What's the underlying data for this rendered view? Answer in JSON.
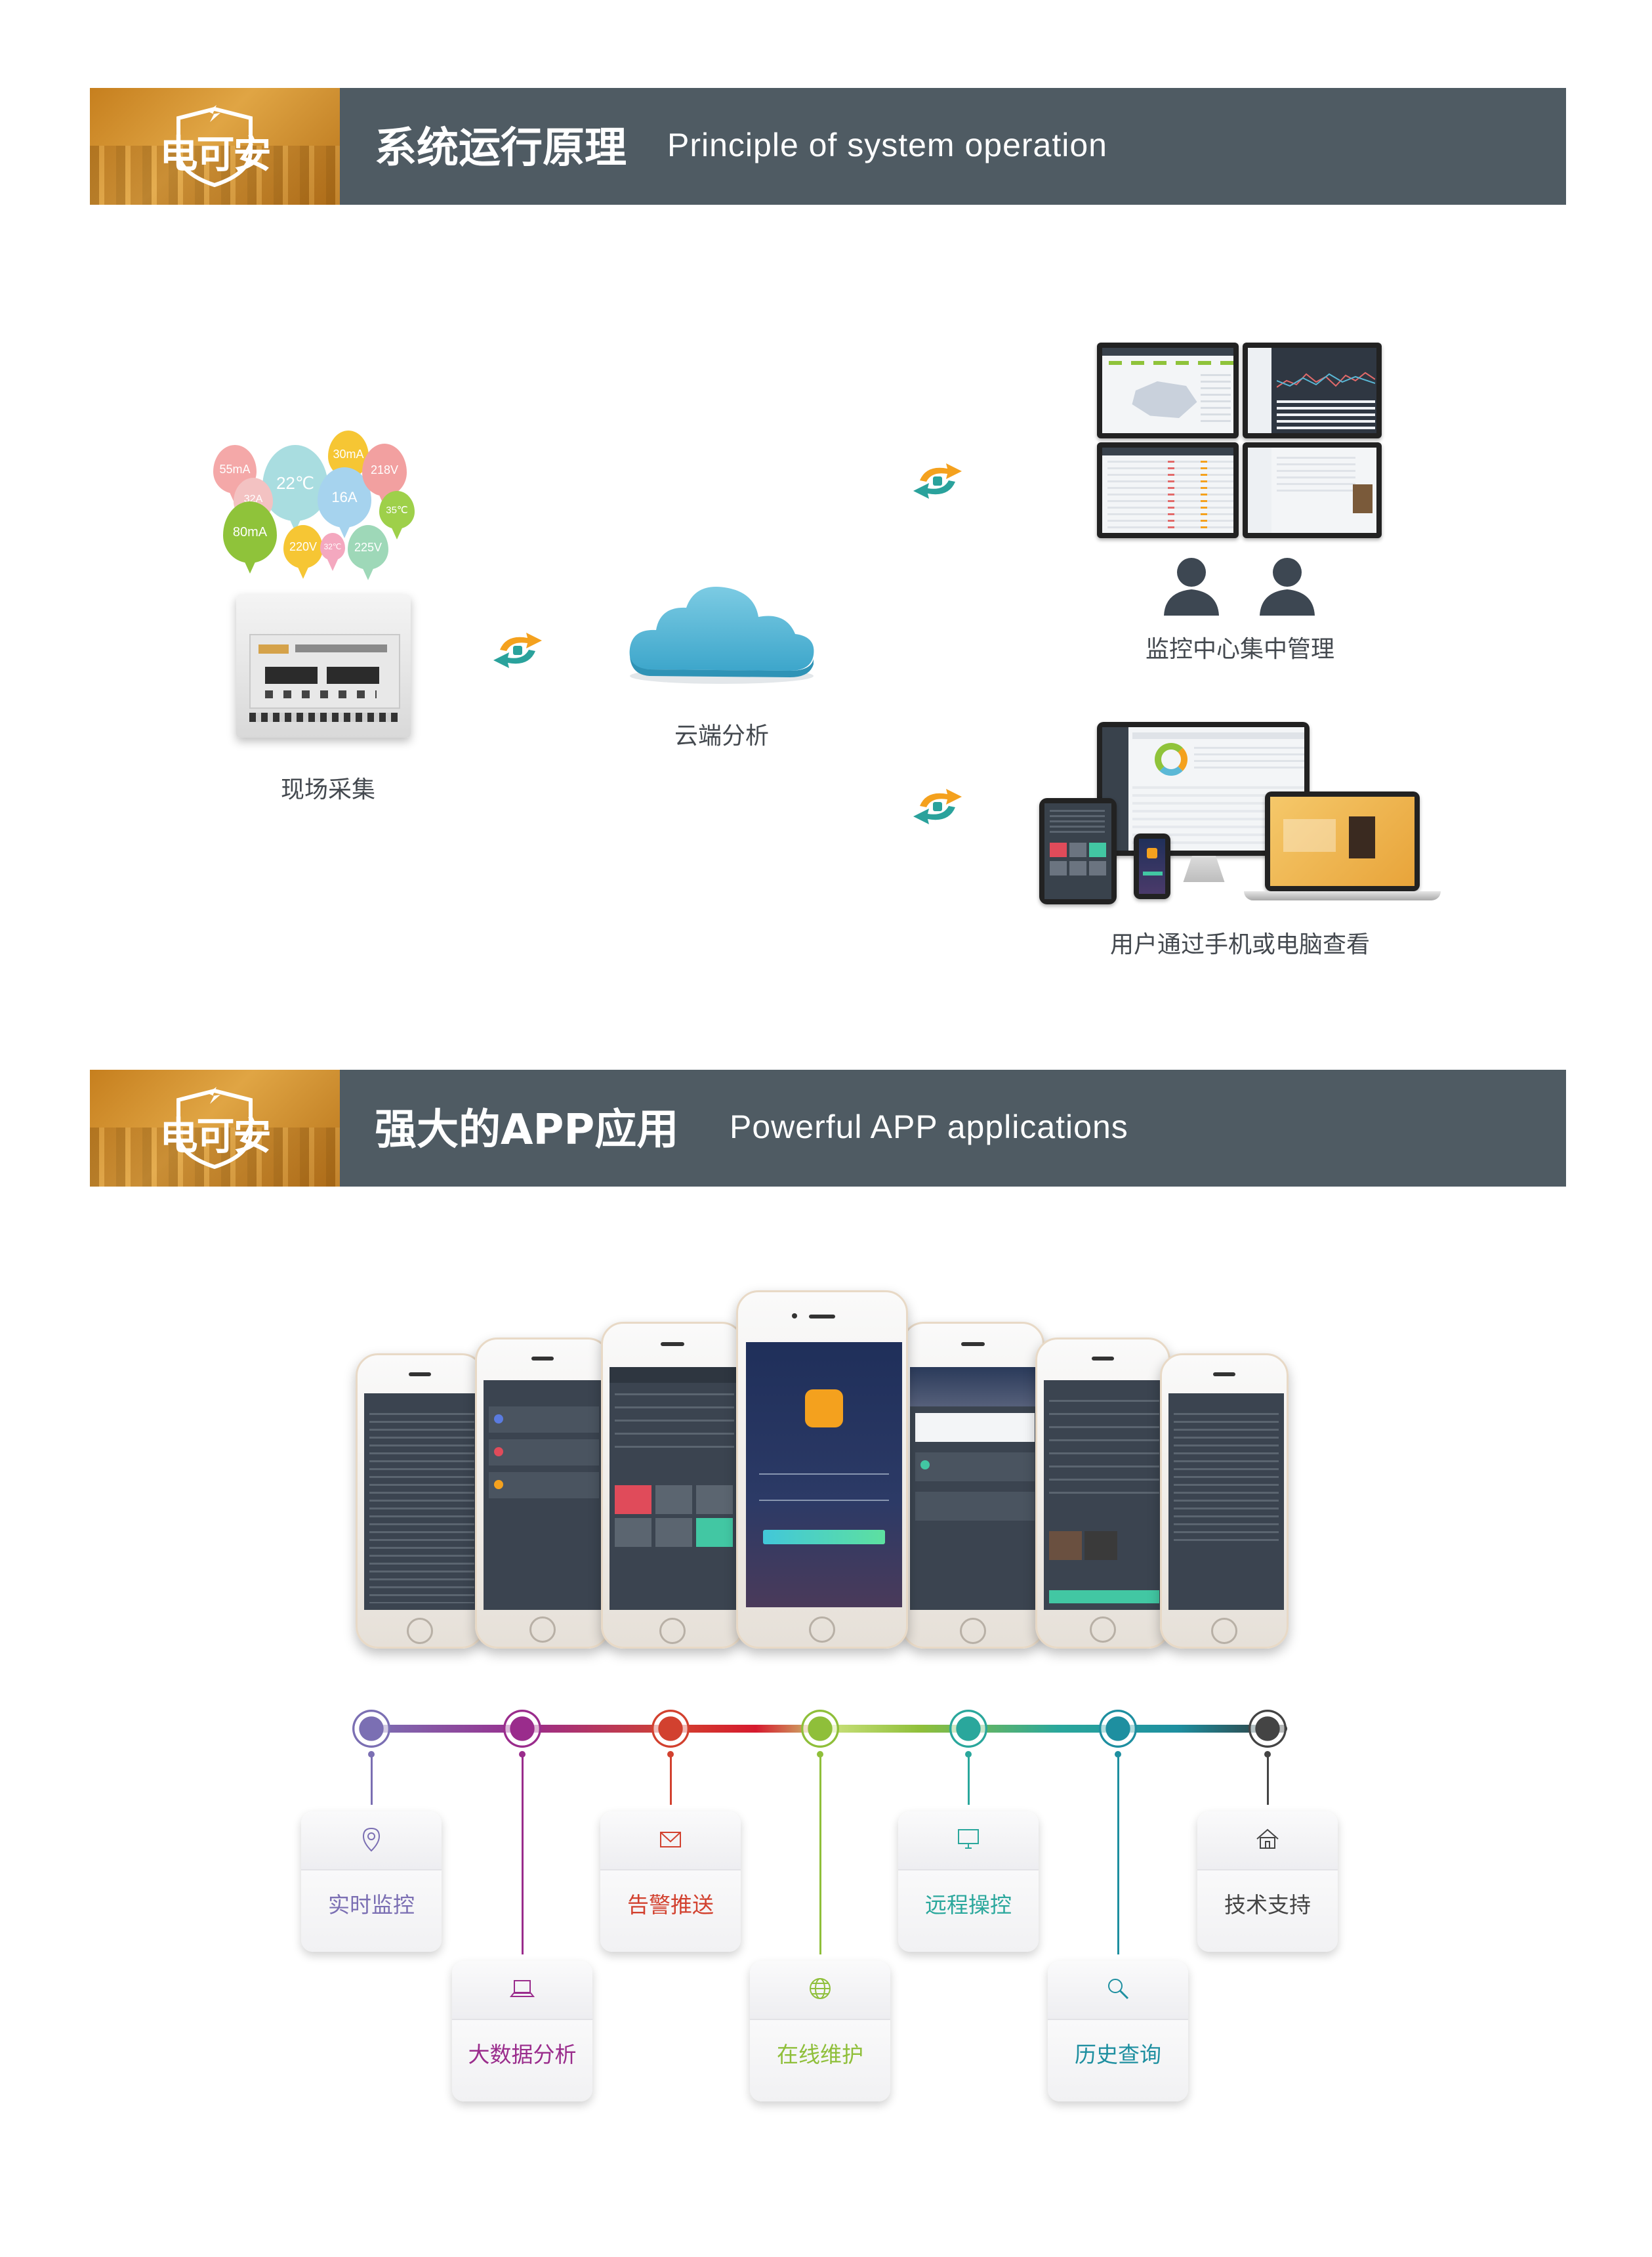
{
  "section1": {
    "logo_text": "电可安",
    "title_cn": "系统运行原理",
    "title_en": "Principle of system operation"
  },
  "section2": {
    "logo_text": "电可安",
    "title_cn": "强大的APP应用",
    "title_en": "Powerful APP applications"
  },
  "diagram": {
    "balloons": [
      "55mA",
      "22℃",
      "32A",
      "30mA",
      "16A",
      "218V",
      "35℃",
      "80mA",
      "220V",
      "32℃",
      "225V"
    ],
    "site_label": "现场采集",
    "cloud_label": "云端分析",
    "monitor_label": "监控中心集中管理",
    "user_label": "用户通过手机或电脑查看"
  },
  "features": [
    {
      "label": "实时监控",
      "icon": "location-pin-icon",
      "color": "#7b6fb3"
    },
    {
      "label": "大数据分析",
      "icon": "laptop-icon",
      "color": "#9a2c8c"
    },
    {
      "label": "告警推送",
      "icon": "envelope-icon",
      "color": "#d2412f"
    },
    {
      "label": "在线维护",
      "icon": "globe-icon",
      "color": "#8fbf3a"
    },
    {
      "label": "远程操控",
      "icon": "monitor-icon",
      "color": "#2aa79c"
    },
    {
      "label": "历史查询",
      "icon": "magnifier-icon",
      "color": "#1e8fa0"
    },
    {
      "label": "技术支持",
      "icon": "house-icon",
      "color": "#444444"
    }
  ],
  "colors": {
    "banner": "#4f5b63",
    "logo_bg": "#d89a3a",
    "cloud": "#5ab8d6"
  }
}
